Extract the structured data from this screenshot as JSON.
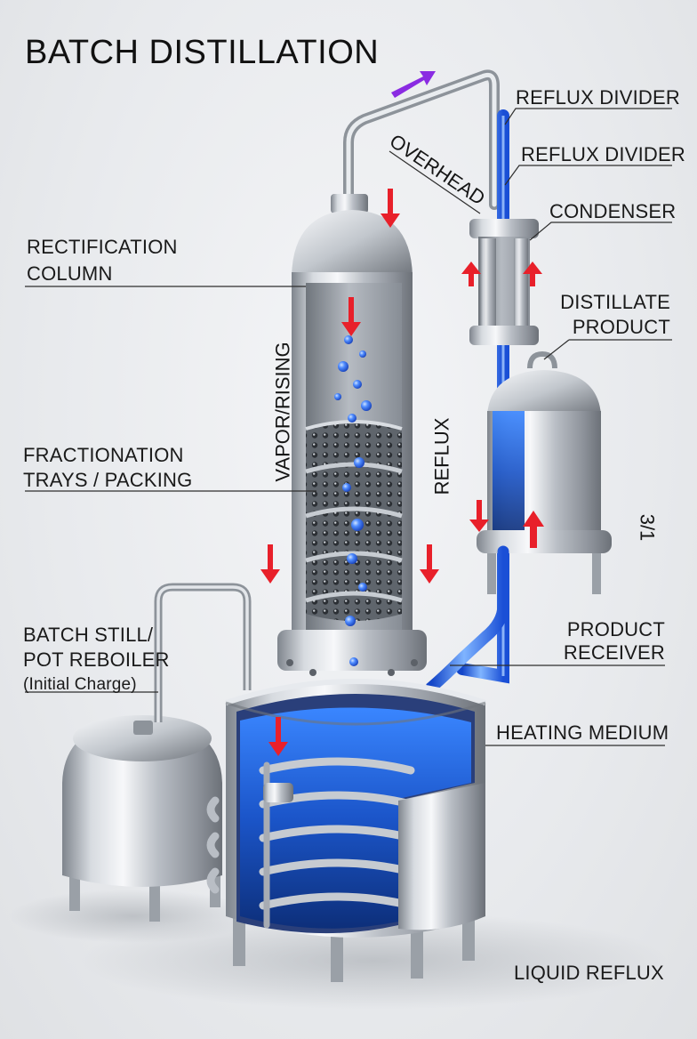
{
  "title": "BATCH DISTILLATION",
  "labels": {
    "reflux_divider_1": "REFLUX DIVIDER",
    "reflux_divider_2": "REFLUX DIVIDER",
    "overhead": "OVERHEAD",
    "condenser": "CONDENSER",
    "rectification_column_1": "RECTIFICATION",
    "rectification_column_2": "COLUMN",
    "distillate_product_1": "DISTILLATE",
    "distillate_product_2": "PRODUCT",
    "vapor_rising": "VAPOR/RISING",
    "reflux": "REFLUX",
    "fractionation_1": "FRACTIONATION",
    "fractionation_2": "TRAYS / PACKING",
    "ratio": "3/1",
    "batch_still_1": "BATCH STILL/",
    "batch_still_2": "POT REBOILER",
    "batch_still_3": "(Initial Charge)",
    "product_receiver_1": "PRODUCT",
    "product_receiver_2": "RECEIVER",
    "heating_medium": "HEATING MEDIUM",
    "liquid_reflux": "LIQUID REFLUX"
  },
  "colors": {
    "steel_light": "#eceef1",
    "steel_dark": "#7d838b",
    "liquid_blue": "#1f63e0",
    "liquid_light": "#5fa0ff",
    "flow_arrow_red": "#e8202a",
    "flow_arrow_purple": "#8a2be2",
    "leader_line": "#333333"
  }
}
